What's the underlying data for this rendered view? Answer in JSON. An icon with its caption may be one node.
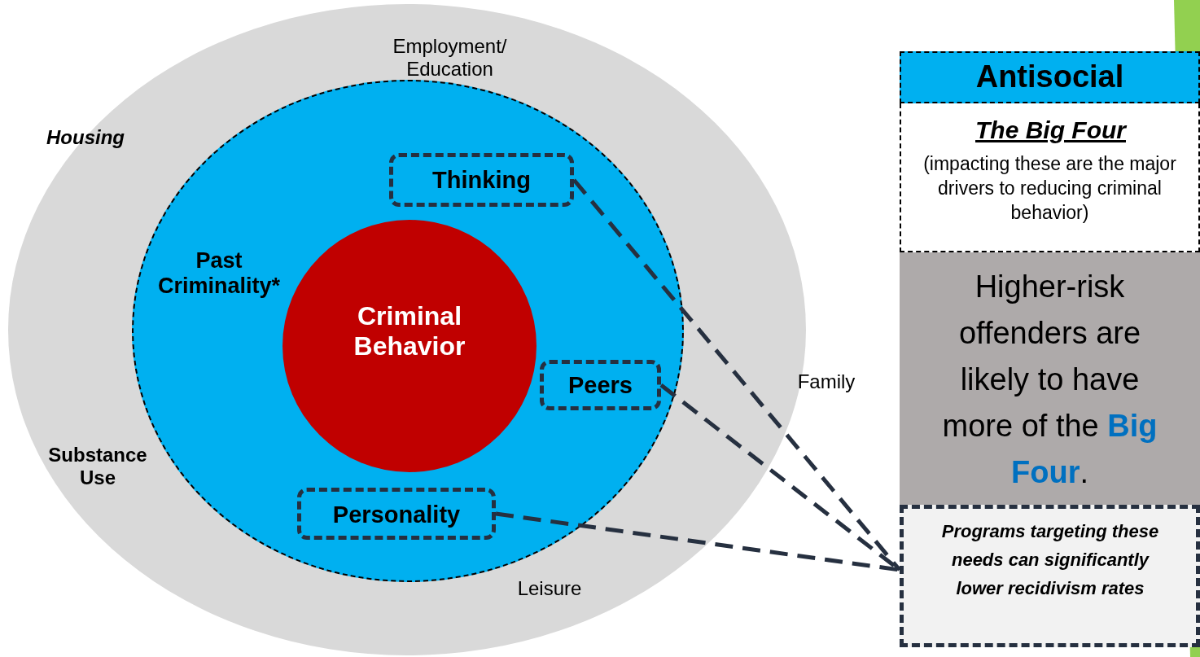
{
  "diagram": {
    "nodes": [
      {
        "text": [
          "Employment/ Education",
          "Housing",
          "Substance Use",
          "Family",
          "Leisure"
        ]
      },
      {
        "text": [
          "Past Criminality*"
        ],
        "in": 0
      },
      {
        "text": [
          "Criminal Behavior"
        ],
        "in": 1
      },
      {
        "text": [
          "Thinking"
        ],
        "in": 1
      },
      {
        "text": [
          "Peers"
        ],
        "in": 1
      },
      {
        "text": [
          "Personality"
        ],
        "in": 1
      },
      {
        "text": [
          "Antisocial"
        ]
      },
      {
        "text": [
          "The Big Four",
          "(impacting these are the major drivers to reducing criminal behavior)"
        ]
      },
      {
        "text": [
          "Higher-risk offenders are likely to have more of the **Big Four**."
        ]
      },
      {
        "text": [
          "Programs targeting these needs can significantly lower recidivism rates"
        ]
      }
    ],
    "edges": [
      {
        "from": 3,
        "to": 9,
        "arrow": "none",
        "style": "dashed"
      },
      {
        "from": 4,
        "to": 9,
        "arrow": "none",
        "style": "dashed"
      },
      {
        "from": 5,
        "to": 9,
        "arrow": "none",
        "style": "dashed"
      }
    ]
  }
}
